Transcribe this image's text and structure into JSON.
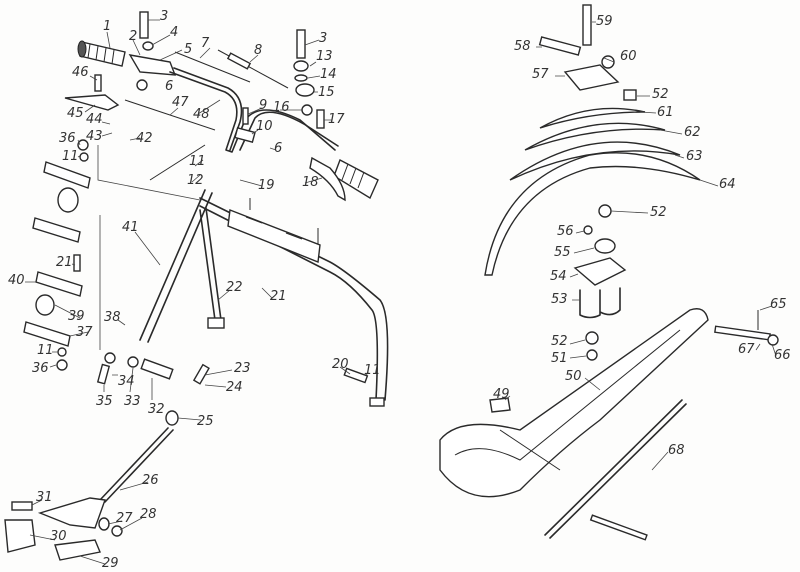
{
  "title": "Exploded parts diagram: handlebar, frame and ski assembly",
  "labels": [
    "1",
    "2",
    "3",
    "4",
    "5",
    "7",
    "8",
    "3",
    "13",
    "14",
    "15",
    "6",
    "46",
    "45",
    "48",
    "47",
    "9",
    "16",
    "17",
    "44",
    "43",
    "42",
    "10",
    "36",
    "11",
    "6",
    "11",
    "12",
    "19",
    "18",
    "41",
    "22",
    "21",
    "21",
    "40",
    "39",
    "37",
    "38",
    "11",
    "36",
    "34",
    "35",
    "33",
    "32",
    "23",
    "24",
    "25",
    "20",
    "11",
    "26",
    "31",
    "27",
    "28",
    "30",
    "29",
    "59",
    "58",
    "60",
    "57",
    "52",
    "61",
    "62",
    "63",
    "64",
    "52",
    "56",
    "55",
    "54",
    "53",
    "65",
    "67",
    "66",
    "52",
    "51",
    "50",
    "49",
    "68"
  ]
}
